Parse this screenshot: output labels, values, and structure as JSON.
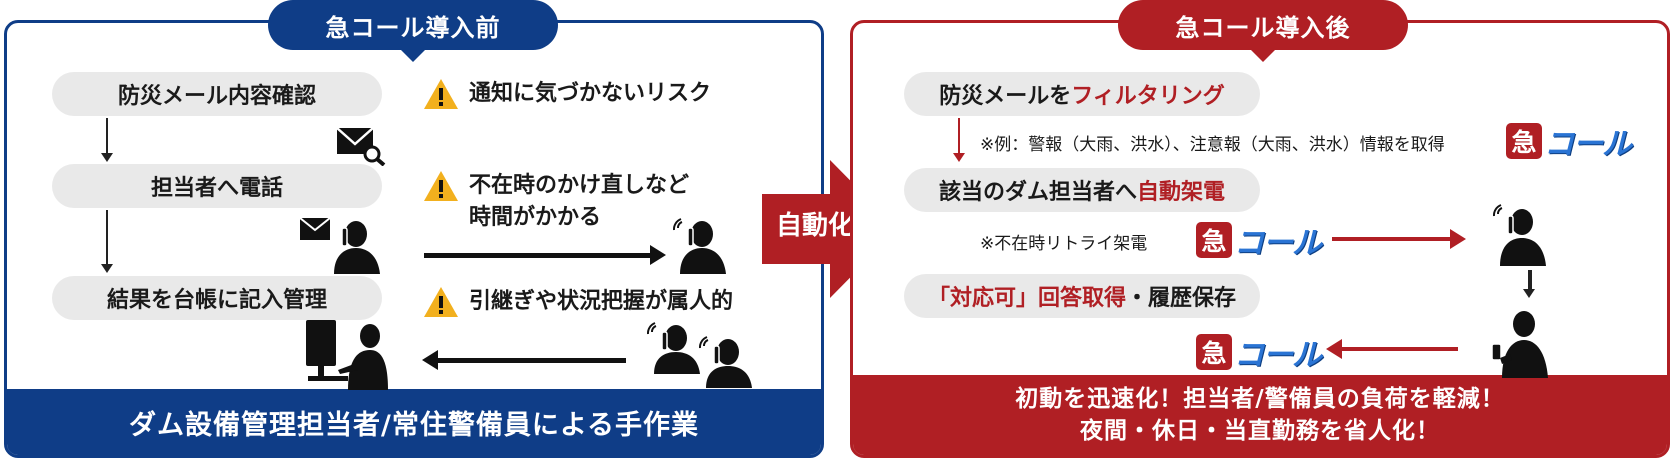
{
  "before": {
    "tag": "急コール導入前",
    "steps": [
      "防災メール内容確認",
      "担当者へ電話",
      "結果を台帳に記入管理"
    ],
    "warnings": [
      {
        "lines": [
          "通知に気づかないリスク"
        ]
      },
      {
        "lines": [
          "不在時のかけ直しなど",
          "時間がかかる"
        ]
      },
      {
        "lines": [
          "引継ぎや状況把握が属人的"
        ]
      }
    ],
    "footer": "ダム設備管理担当者/常住警備員による手作業"
  },
  "center": {
    "label": "自動化"
  },
  "after": {
    "tag": "急コール導入後",
    "step1": {
      "plain": "防災メールを",
      "highlight": "フィルタリング"
    },
    "note1": "※例：警報（大雨、洪水）、注意報（大雨、洪水）情報を取得",
    "step2": {
      "plain": "該当のダム担当者へ",
      "highlight": "自動架電"
    },
    "note2": "※不在時リトライ架電",
    "step3": {
      "highlight": "「対応可」回答取得",
      "plain": "・履歴保存"
    },
    "footer_lines": [
      "初動を迅速化！担当者/警備員の負荷を軽減！",
      "夜間・休日・当直勤務を省人化！"
    ]
  },
  "logo": {
    "kyu": "急",
    "call": "コール"
  },
  "colors": {
    "navy": "#0f3d87",
    "red": "#b01f24",
    "pill_bg": "#e9e9e9",
    "logo_blue": "#2a74d4"
  },
  "icons": [
    "warning-icon",
    "mail-search-icon",
    "mail-icon",
    "person-phone-icon",
    "person-computer-icon",
    "person-smartphone-icon"
  ]
}
